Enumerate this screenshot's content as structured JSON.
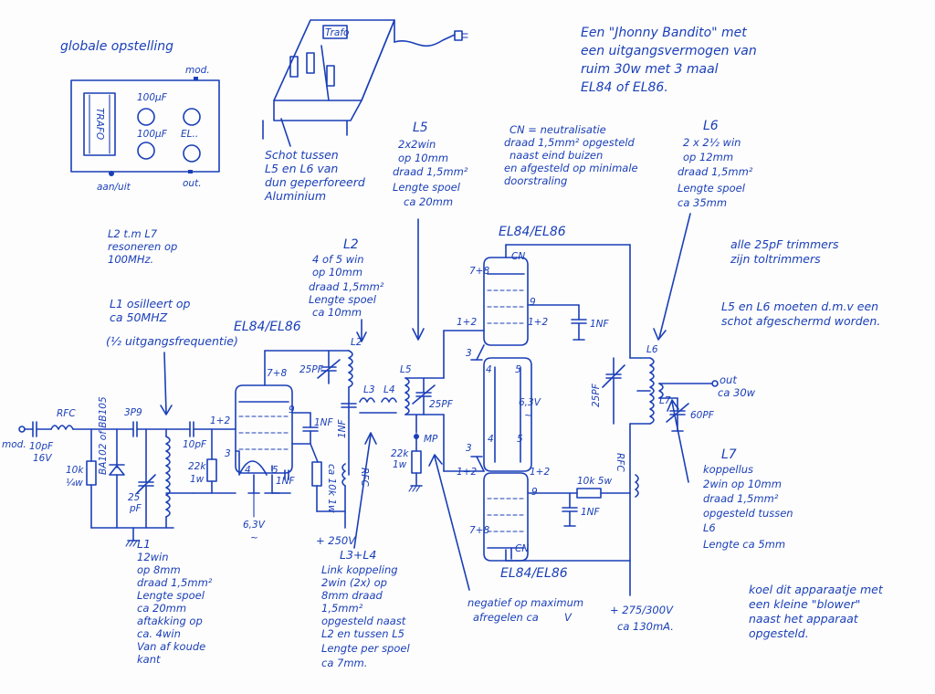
{
  "title": {
    "lines": [
      "Een \"Jhonny Bandito\" met",
      "een uitgangsvermogen van",
      "ruim 30w met 3 maal",
      "EL84 of EL86."
    ]
  },
  "overview": {
    "label": "globale opstelling",
    "trafo": "TRAFO",
    "cap1": "100µF",
    "cap2": "100µF",
    "tube": "EL..",
    "mod": "mod.",
    "aanuit": "aan/uit",
    "out": "out."
  },
  "box_sketch": {
    "trafo": "Trafo",
    "note": [
      "Schot tussen",
      "L5 en L6 van",
      "dun geperforeerd",
      "Aluminium"
    ]
  },
  "notes": {
    "l2l7": [
      "L2 t.m L7",
      "resoneren op",
      "100MHz."
    ],
    "l1": [
      "L1 osilleert op",
      "ca 50MHZ",
      "(½ uitgangsfrequentie)"
    ],
    "trimmers": [
      "alle 25pF trimmers",
      "zijn toltrimmers"
    ],
    "screen": [
      "L5 en L6 moeten d.m.v een",
      "schot afgeschermd worden."
    ],
    "cn": [
      "CN = neutralisatie",
      "draad 1,5mm² opgesteld",
      "naast eind buizen",
      "en afgesteld op minimale",
      "doorstraling"
    ],
    "blower": [
      "koel dit apparaatje met",
      "een kleine \"blower\"",
      "naast het apparaat",
      "opgesteld."
    ],
    "mp": [
      "negatief op maximum",
      "afregelen ca"
    ],
    "mp_v": "V"
  },
  "coils": {
    "l5": [
      "L5",
      "2x2win",
      "op 10mm",
      "draad 1,5mm²",
      "Lengte spoel",
      "ca 20mm"
    ],
    "l6": [
      "L6",
      "2 x 2½ win",
      "op 12mm",
      "draad 1,5mm²",
      "Lengte spoel",
      "ca 35mm"
    ],
    "l2": [
      "L2",
      "4 of 5 win",
      "op 10mm",
      "draad 1,5mm²",
      "Lengte spoel",
      "ca 10mm"
    ],
    "l1": [
      "L1",
      "12win",
      "op 8mm",
      "draad 1,5mm²",
      "Lengte spoel",
      "ca 20mm",
      "aftakking op",
      "ca. 4win",
      "Van af koude",
      "kant"
    ],
    "l3l4": [
      "L3+L4",
      "Link koppeling",
      "2win (2x) op",
      "8mm draad",
      "1,5mm²",
      "opgesteld naast",
      "L2 en tussen L5",
      "Lengte per spoel",
      "ca 7mm."
    ],
    "l7": [
      "L7",
      "koppellus",
      "2win op 10mm",
      "draad 1,5mm²",
      "opgesteld tussen",
      "L6",
      "Lengte ca 5mm"
    ]
  },
  "tubes": {
    "osc": "EL84/EL86",
    "top": "EL84/EL86",
    "bottom": "EL84/EL86"
  },
  "components": {
    "rfc1": "RFC",
    "c3p9": "3P9",
    "c10pf_in": "10pF",
    "c10pf_in2": "16V",
    "res_10k": "10k",
    "res_10k2": "¼w",
    "diode": "BA102 of BB105",
    "trim_25pf": "25",
    "trim_25pf2": "pF",
    "c10pf": "10pF",
    "r22k": "22k",
    "r22k2": "1w",
    "c25pf_l2": "25PF",
    "c1nf_1": "1NF",
    "c1nf_2": "1NF",
    "r10k_1w": "ca 10k 1w",
    "rfc2": "RFC",
    "c1nf_3": "1NF",
    "c25pf_l5": "25PF",
    "r22k_b": "22k",
    "r22k_b2": "1w",
    "mp": "MP",
    "c1nf_top": "1NF",
    "c1nf_bot": "1NF",
    "r10k5w": "10k 5w",
    "rfc3": "RFC",
    "c25pf_l6": "25PF",
    "c60pf": "60PF",
    "l7": "L7",
    "l6": "L6",
    "l5": "L5",
    "l3": "L3",
    "l4": "L4",
    "l2": "L2",
    "cn": "CN",
    "cn2": "CN"
  },
  "pins": {
    "p78_a": "7+8",
    "p12_a": "1+2",
    "p9_a": "9",
    "p3_a": "3",
    "p4_a": "4",
    "p5_a": "5",
    "p78_t": "7+8",
    "p9_t": "9",
    "p12_t": "1+2",
    "p12_t2": "1+2",
    "p3_t": "3",
    "p4_t": "4",
    "p5_t": "5",
    "p3_b": "3",
    "p4_b": "4",
    "p5_b": "5",
    "p12_b": "1+2",
    "p12_b2": "1+2",
    "p9_b": "9",
    "p78_b": "7+8",
    "h63_a": "6,3V",
    "h63_b": "6,3V",
    "tilde_a": "~",
    "tilde_b": "~"
  },
  "io": {
    "mod": "mod.",
    "out": "out",
    "out_power": "ca 30w",
    "hv250": "+ 250V",
    "hv275": "+ 275/300V",
    "hv275_cur": "ca 130mA."
  }
}
